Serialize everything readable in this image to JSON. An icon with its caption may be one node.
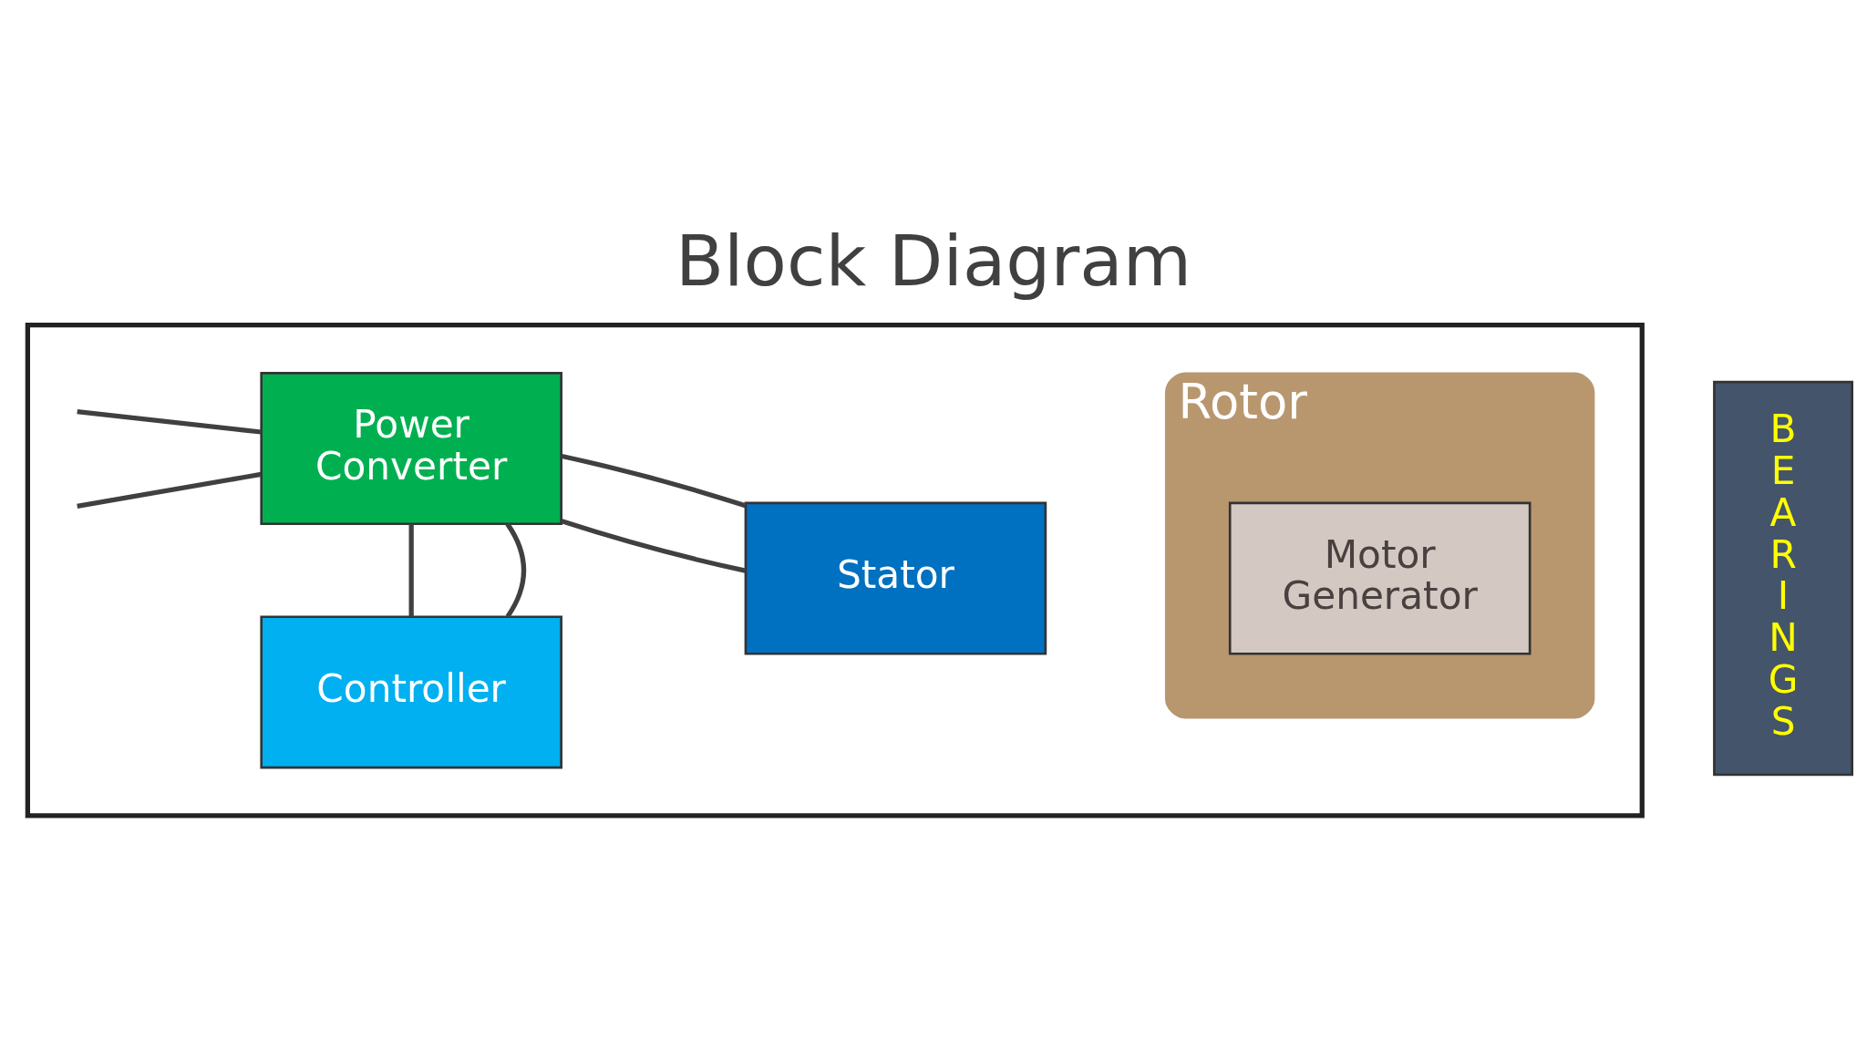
{
  "diagram": {
    "title": "Block Diagram",
    "nodes": [
      {
        "text": [],
        "shape": "box"
      },
      {
        "text": [
          "Power Converter"
        ],
        "in": 0
      },
      {
        "text": [
          "Stator"
        ],
        "in": 0
      },
      {
        "text": [
          "Controller"
        ],
        "in": 0
      },
      {
        "text": [
          "Rotor"
        ],
        "in": 0
      },
      {
        "text": [
          "Motor Generator"
        ],
        "in": 4
      },
      {
        "text": [
          "BEARINGS"
        ]
      }
    ],
    "edges": [
      {
        "from": null,
        "to": 1,
        "arrow": "none"
      },
      {
        "from": null,
        "to": 1,
        "arrow": "none"
      },
      {
        "from": 1,
        "to": 2,
        "arrow": "none"
      },
      {
        "from": 1,
        "to": 2,
        "arrow": "none"
      },
      {
        "from": 1,
        "to": 3,
        "arrow": "none"
      },
      {
        "from": 1,
        "to": 3,
        "arrow": "none"
      }
    ]
  }
}
